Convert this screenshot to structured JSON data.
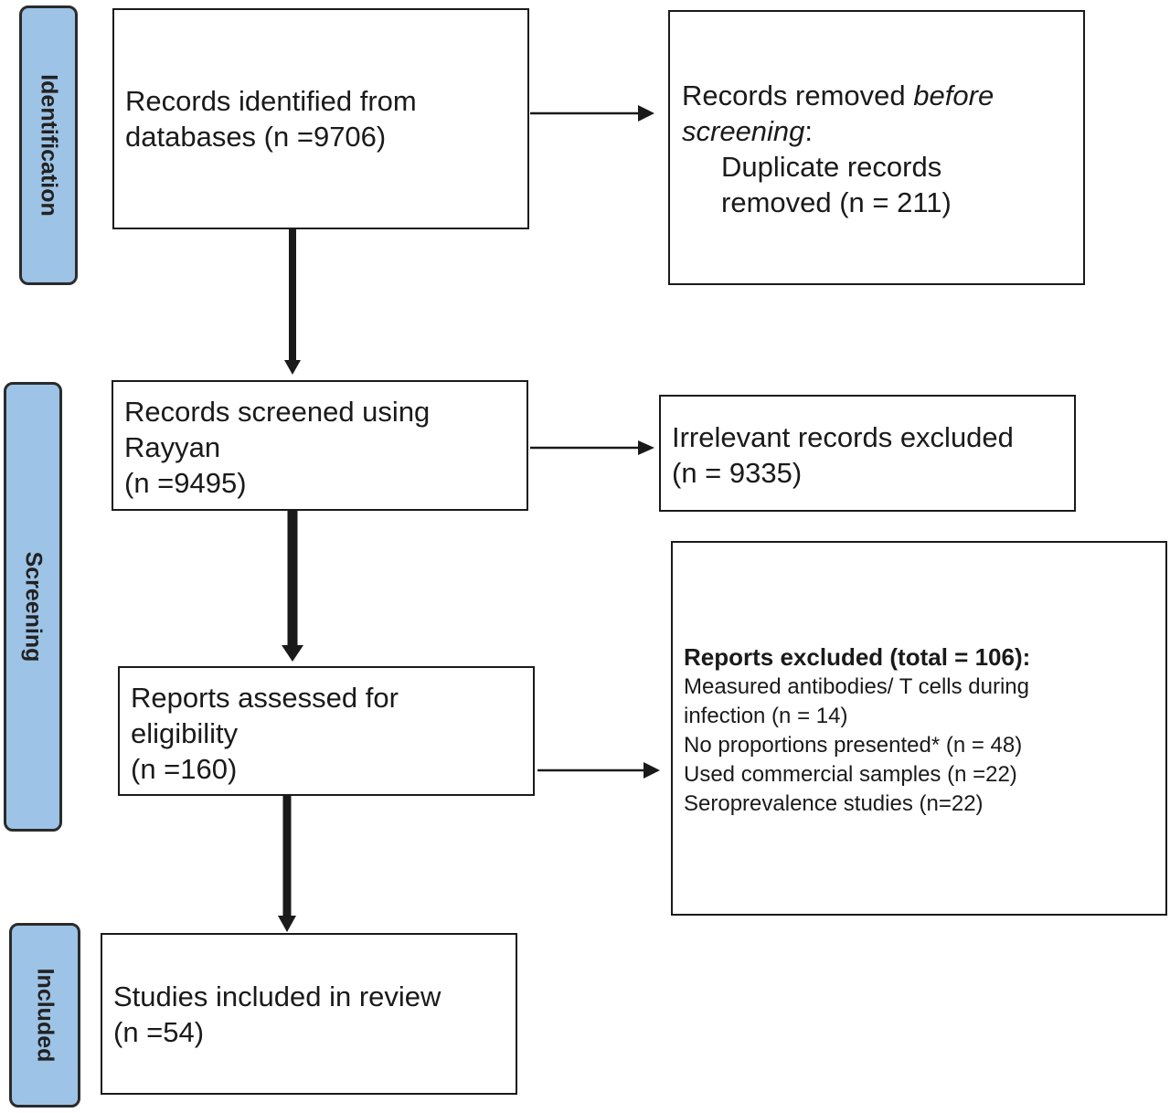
{
  "phases": {
    "identification": "Identification",
    "screening": "Screening",
    "included": "Included"
  },
  "boxes": {
    "identified": {
      "line1": "Records identified from",
      "line2": "databases (n =9706)"
    },
    "removed": {
      "line1_pre": "Records removed ",
      "line1_italic": "before",
      "line2_italic": "screening",
      "line2_post": ":",
      "line3": "Duplicate records",
      "line4": "removed (n = 211)"
    },
    "screened": {
      "line1": "Records screened using",
      "line2": "Rayyan",
      "line3": "(n =9495)"
    },
    "irrelevant": {
      "line1": "Irrelevant records excluded",
      "line2": "(n = 9335)"
    },
    "assessed": {
      "line1": "Reports assessed for",
      "line2": "eligibility",
      "line3": "(n =160)"
    },
    "reports_excluded": {
      "title": "Reports excluded (total = 106):",
      "items": [
        "Measured antibodies/ T cells during",
        "infection (n = 14)",
        "No proportions presented* (n = 48)",
        "Used commercial samples (n =22)",
        "Seroprevalence studies (n=22)"
      ]
    },
    "included": {
      "line1": "Studies included in review",
      "line2": "(n =54)"
    }
  },
  "colors": {
    "phase_fill": "#9dc3e6",
    "outline": "#1a1a1a"
  }
}
